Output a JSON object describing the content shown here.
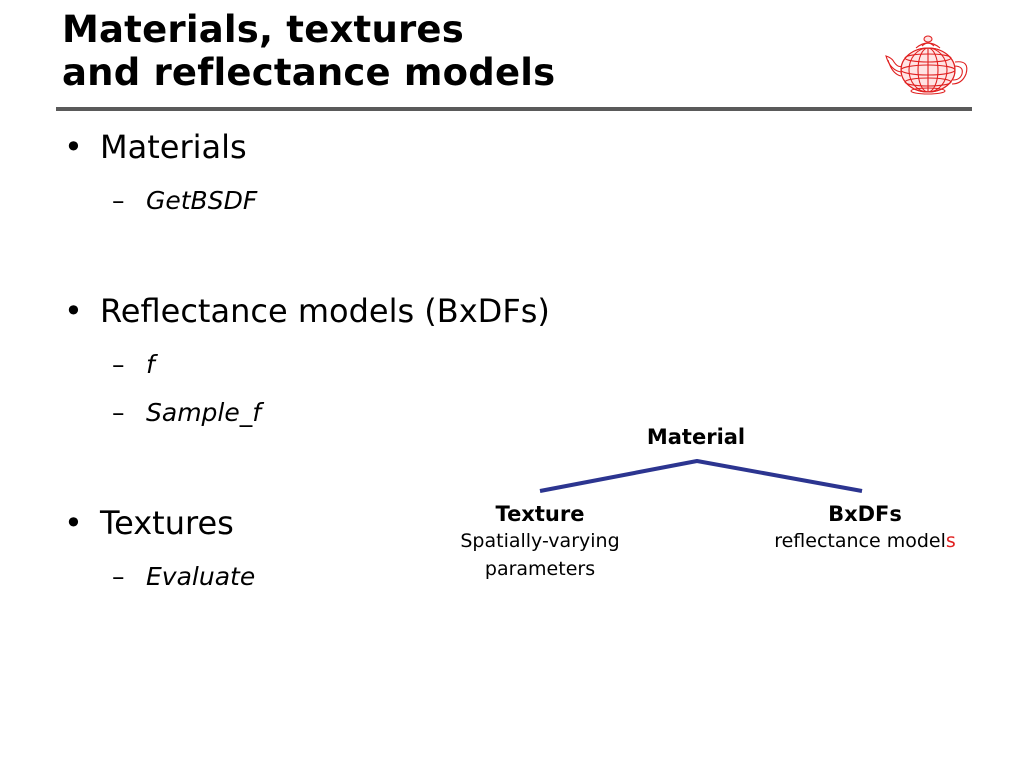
{
  "slide": {
    "title_line1": "Materials, textures",
    "title_line2": "and reflectance models",
    "logo_icon": "teapot-icon",
    "accent_color": "#e02020",
    "rule_color": "#5a5a5a"
  },
  "bullets": [
    {
      "label": "Materials",
      "subs": [
        "GetBSDF"
      ]
    },
    {
      "label": "Reflectance models (BxDFs)",
      "subs": [
        "f",
        "Sample_f"
      ]
    },
    {
      "label": "Textures",
      "subs": [
        "Evaluate"
      ]
    }
  ],
  "bullet_char": "•",
  "sub_char": "–",
  "diagram": {
    "root": "Material",
    "left": {
      "title": "Texture",
      "line1": "Spatially-varying",
      "line2": "parameters"
    },
    "right": {
      "title": "BxDFs",
      "line1_main": "reflectance model",
      "line1_suffix": "s"
    },
    "line_color": "#2c3590"
  }
}
